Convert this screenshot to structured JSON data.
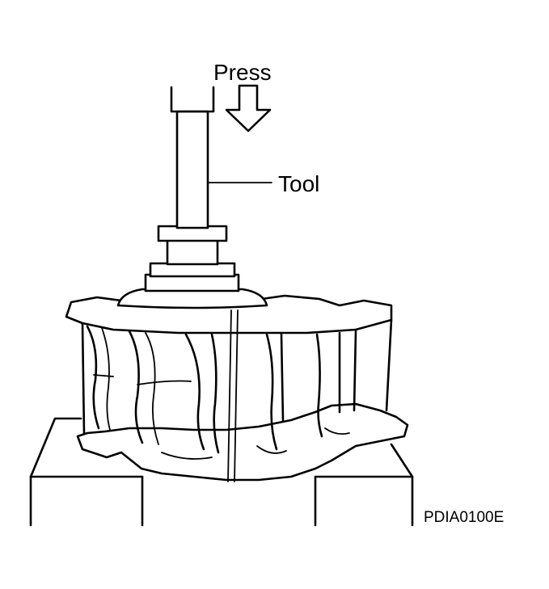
{
  "labels": {
    "press": "Press",
    "tool": "Tool",
    "figure_code": "PDIA0100E"
  }
}
